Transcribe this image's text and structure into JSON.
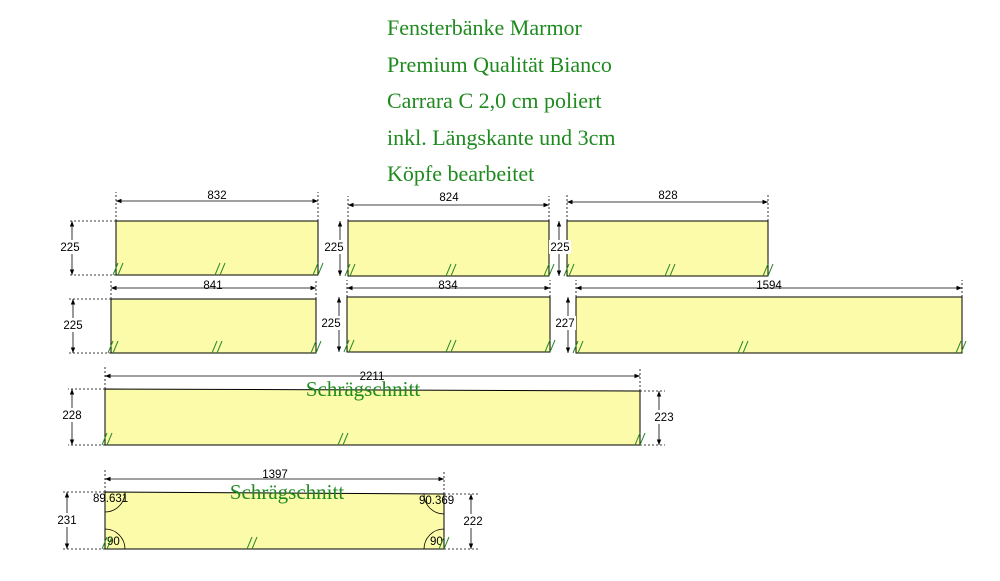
{
  "title_lines": [
    "Fensterbänke Marmor",
    "Premium Qualität Bianco",
    "Carrara C 2,0 cm poliert",
    "inkl. Längskante und 3cm",
    "Köpfe bearbeitet"
  ],
  "pieces": [
    {
      "length": "832",
      "height_left": "225",
      "height_right": ""
    },
    {
      "length": "824",
      "height_left": "225",
      "height_right": ""
    },
    {
      "length": "828",
      "height_left": "225",
      "height_right": ""
    },
    {
      "length": "841",
      "height_left": "225",
      "height_right": ""
    },
    {
      "length": "834",
      "height_left": "225",
      "height_right": ""
    },
    {
      "length": "1594",
      "height_left": "227",
      "height_right": ""
    },
    {
      "length": "2211",
      "height_left": "228",
      "height_right": "223",
      "note": "Schrägschnitt"
    },
    {
      "length": "1397",
      "height_left": "231",
      "height_right": "222",
      "note": "Schrägschnitt",
      "angles": {
        "top_left": "89.631",
        "top_right": "90.369",
        "bottom_left": "90",
        "bottom_right": "90"
      }
    }
  ],
  "colors": {
    "slab_fill": "#fbfbaa",
    "title_green": "#1f8a1f",
    "hatch_green": "#2a8a2a"
  }
}
